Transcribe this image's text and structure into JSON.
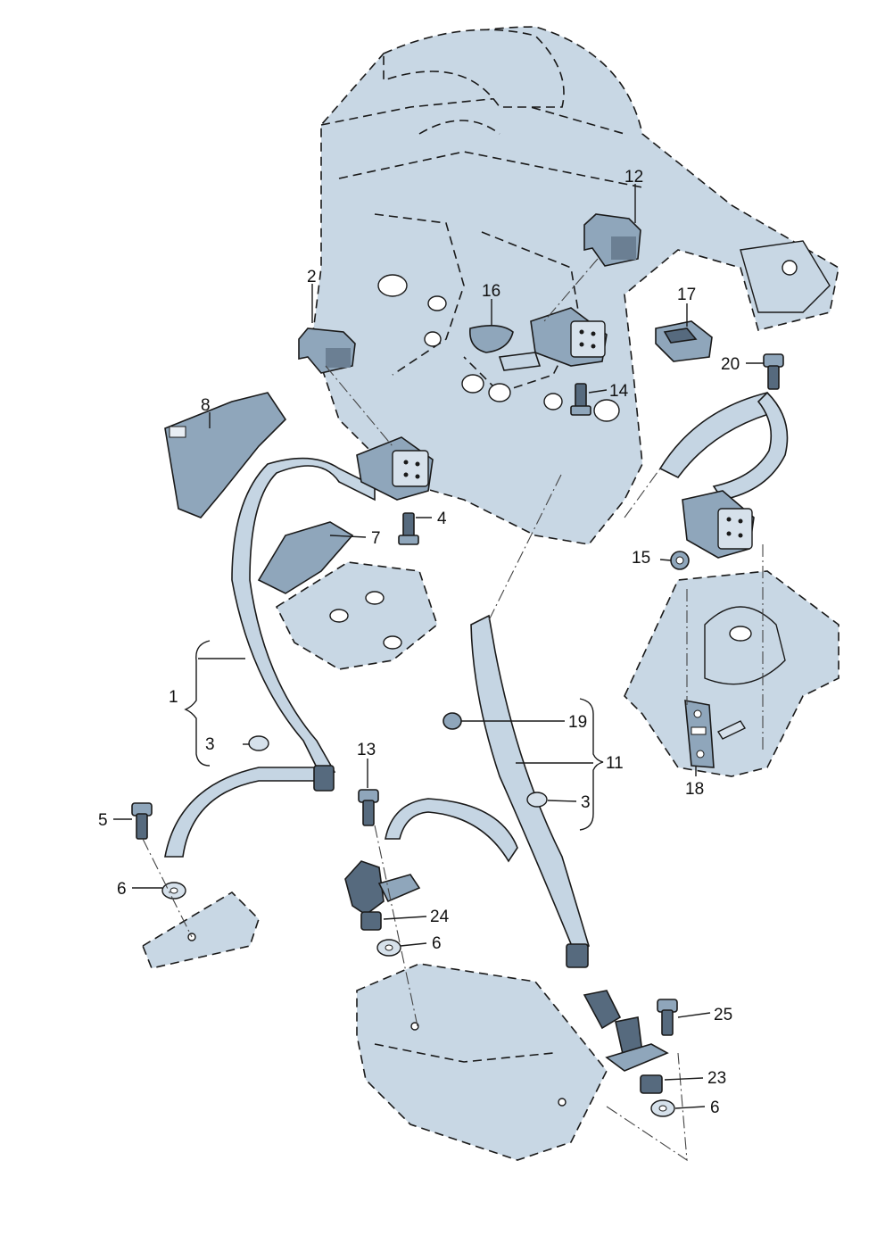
{
  "callouts": {
    "c1": "1",
    "c2": "2",
    "c3a": "3",
    "c3b": "3",
    "c4": "4",
    "c5": "5",
    "c6a": "6",
    "c6b": "6",
    "c6c": "6",
    "c7": "7",
    "c8": "8",
    "c11": "11",
    "c12": "12",
    "c13": "13",
    "c14": "14",
    "c15": "15",
    "c16": "16",
    "c17": "17",
    "c18": "18",
    "c19": "19",
    "c20": "20",
    "c23": "23",
    "c24": "24",
    "c25": "25"
  },
  "colors": {
    "body_fill": "#c8d7e4",
    "part_fill": "#8fa6bb",
    "line": "#1a1a1a"
  }
}
